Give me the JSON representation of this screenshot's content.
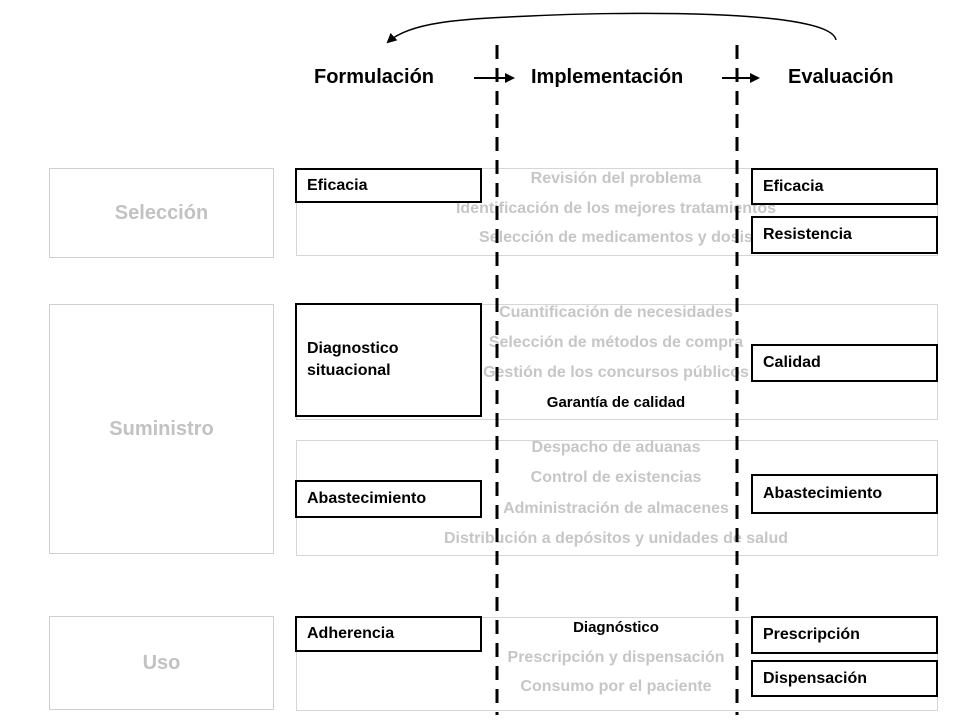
{
  "phases": {
    "formulacion": "Formulación",
    "implementacion": "Implementación",
    "evaluacion": "Evaluación"
  },
  "stages": {
    "seleccion": "Selección",
    "suministro": "Suministro",
    "uso": "Uso"
  },
  "seleccion_band": {
    "line1": "Revisión del problema",
    "line2": "Identificación de los mejores tratamientos",
    "line3": "Selección de medicamentos y dosis"
  },
  "compra_band": {
    "line1": "Cuantificación de necesidades",
    "line2": "Selección de métodos de compra",
    "line3": "Gestión de los concursos públicos",
    "line4": "Garantía de calidad"
  },
  "distribucion_band": {
    "line1": "Despacho de aduanas",
    "line2": "Control de existencias",
    "line3": "Administración de almacenes",
    "line4": "Distribución a depósitos y unidades de salud"
  },
  "uso_band": {
    "line1": "Diagnóstico",
    "line2": "Prescripción y dispensación",
    "line3": "Consumo por el paciente"
  },
  "formulacion_boxes": {
    "eficacia": "Eficacia",
    "diagnostico": "Diagnostico situacional",
    "abastecimiento": "Abastecimiento",
    "adherencia": "Adherencia"
  },
  "evaluacion_boxes": {
    "eficacia": "Eficacia",
    "resistencia": "Resistencia",
    "calidad": "Calidad",
    "abastecimiento": "Abastecimiento",
    "prescripcion": "Prescripción",
    "dispensacion": "Dispensación"
  },
  "colors": {
    "box_border": "#000000",
    "faded_text": "#c6c6c6",
    "stage_text": "#c2c2c2",
    "band_border": "#d6d6d6"
  }
}
